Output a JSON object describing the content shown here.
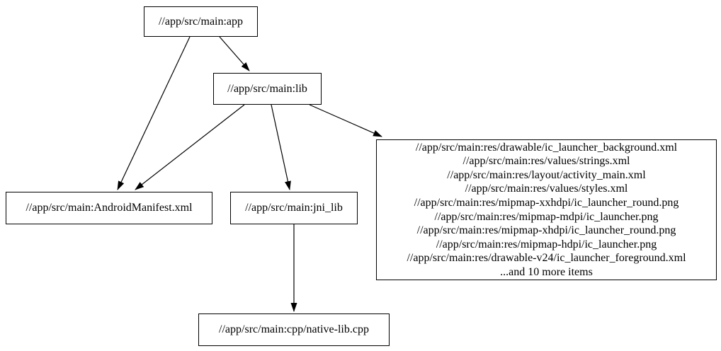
{
  "diagram": {
    "type": "dependency-graph",
    "colors": {
      "background": "#ffffff",
      "node_border": "#000000",
      "edge": "#000000",
      "text": "#000000"
    },
    "nodes": {
      "app": {
        "label": "//app/src/main:app"
      },
      "lib": {
        "label": "//app/src/main:lib"
      },
      "android_manifest": {
        "label": "//app/src/main:AndroidManifest.xml"
      },
      "jni_lib": {
        "label": "//app/src/main:jni_lib"
      },
      "resources": {
        "lines": [
          "//app/src/main:res/drawable/ic_launcher_background.xml",
          "//app/src/main:res/values/strings.xml",
          "//app/src/main:res/layout/activity_main.xml",
          "//app/src/main:res/values/styles.xml",
          "//app/src/main:res/mipmap-xxhdpi/ic_launcher_round.png",
          "//app/src/main:res/mipmap-mdpi/ic_launcher.png",
          "//app/src/main:res/mipmap-xhdpi/ic_launcher_round.png",
          "//app/src/main:res/mipmap-hdpi/ic_launcher.png",
          "//app/src/main:res/drawable-v24/ic_launcher_foreground.xml",
          "...and 10 more items"
        ]
      },
      "native_cpp": {
        "label": "//app/src/main:cpp/native-lib.cpp"
      }
    },
    "edges": [
      {
        "from": "//app/src/main:app",
        "to": "//app/src/main:lib"
      },
      {
        "from": "//app/src/main:app",
        "to": "//app/src/main:AndroidManifest.xml"
      },
      {
        "from": "//app/src/main:lib",
        "to": "//app/src/main:AndroidManifest.xml"
      },
      {
        "from": "//app/src/main:lib",
        "to": "//app/src/main:jni_lib"
      },
      {
        "from": "//app/src/main:lib",
        "to": "resources-group"
      },
      {
        "from": "//app/src/main:jni_lib",
        "to": "//app/src/main:cpp/native-lib.cpp"
      }
    ]
  }
}
